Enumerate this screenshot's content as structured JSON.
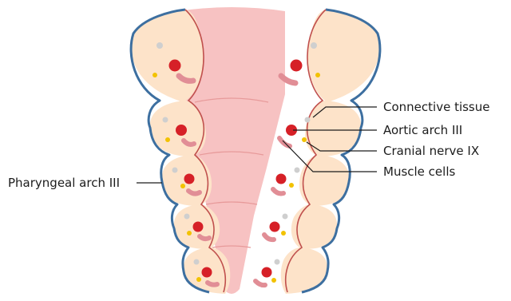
{
  "labels": {
    "connective_tissue": "Connective tissue",
    "aortic_arch": "Aortic arch III",
    "cranial_nerve": "Cranial nerve IX",
    "muscle_cells": "Muscle cells",
    "pharyngeal_arch": "Pharyngeal arch III"
  },
  "colors": {
    "mesenchyme": "#fde3c9",
    "outline": "#3d6fa0",
    "pharynx": "#f7c2c2",
    "pharynx_edge": "#c0504d",
    "artery": "#d62027",
    "nerve": "#f2c200",
    "muscle": "#e18e96",
    "connective": "#cfcfcf"
  },
  "structure": {
    "arch_count": 5
  }
}
